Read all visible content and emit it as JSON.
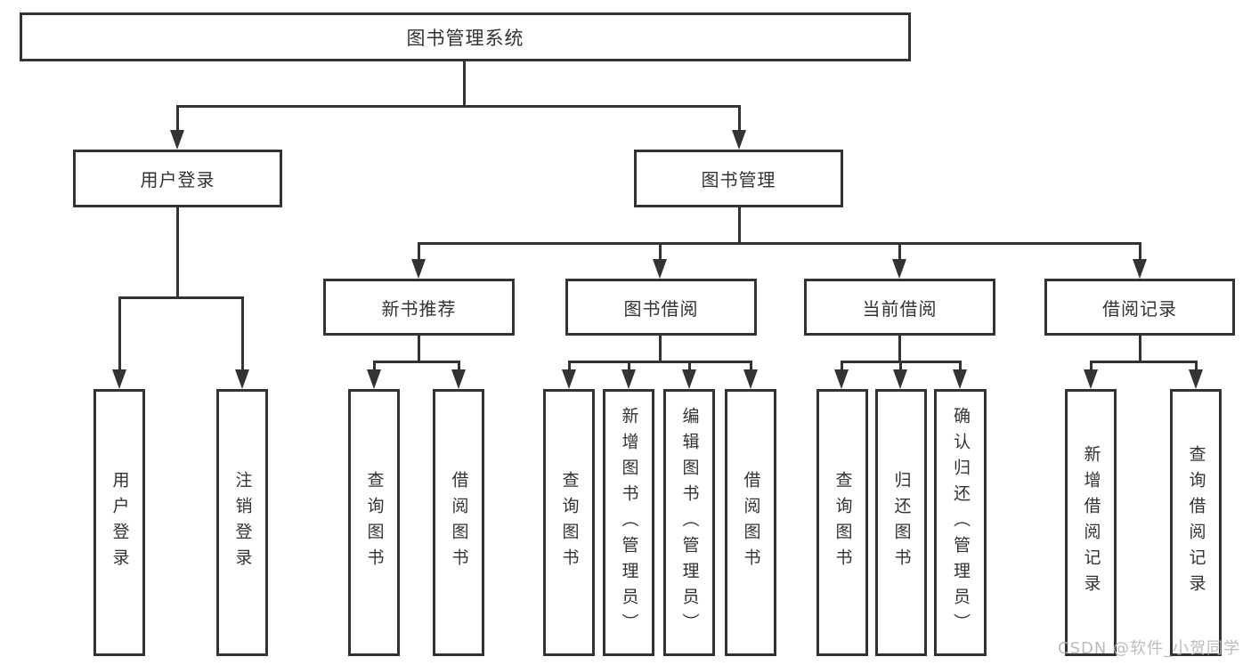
{
  "title": "图书管理系统",
  "branches": {
    "user_login": {
      "label": "用户登录",
      "children": [
        "用户登录",
        "注销登录"
      ]
    },
    "book_management": {
      "label": "图书管理",
      "sections": {
        "new_book_recommend": {
          "label": "新书推荐",
          "children": [
            "查询图书",
            "借阅图书"
          ]
        },
        "book_borrowing": {
          "label": "图书借阅",
          "children": [
            "查询图书",
            "新增图书（管理员）",
            "编辑图书（管理员）",
            "借阅图书"
          ]
        },
        "current_borrowing": {
          "label": "当前借阅",
          "children": [
            "查询图书",
            "归还图书",
            "确认归还（管理员）"
          ]
        },
        "borrowing_records": {
          "label": "借阅记录",
          "children": [
            "新增借阅记录",
            "查询借阅记录"
          ]
        }
      }
    }
  },
  "watermark": "CSDN @软件_小贺同学",
  "colors": {
    "line": "#333333",
    "text": "#333333",
    "watermark": "#b5b5b5",
    "background": "#ffffff"
  }
}
